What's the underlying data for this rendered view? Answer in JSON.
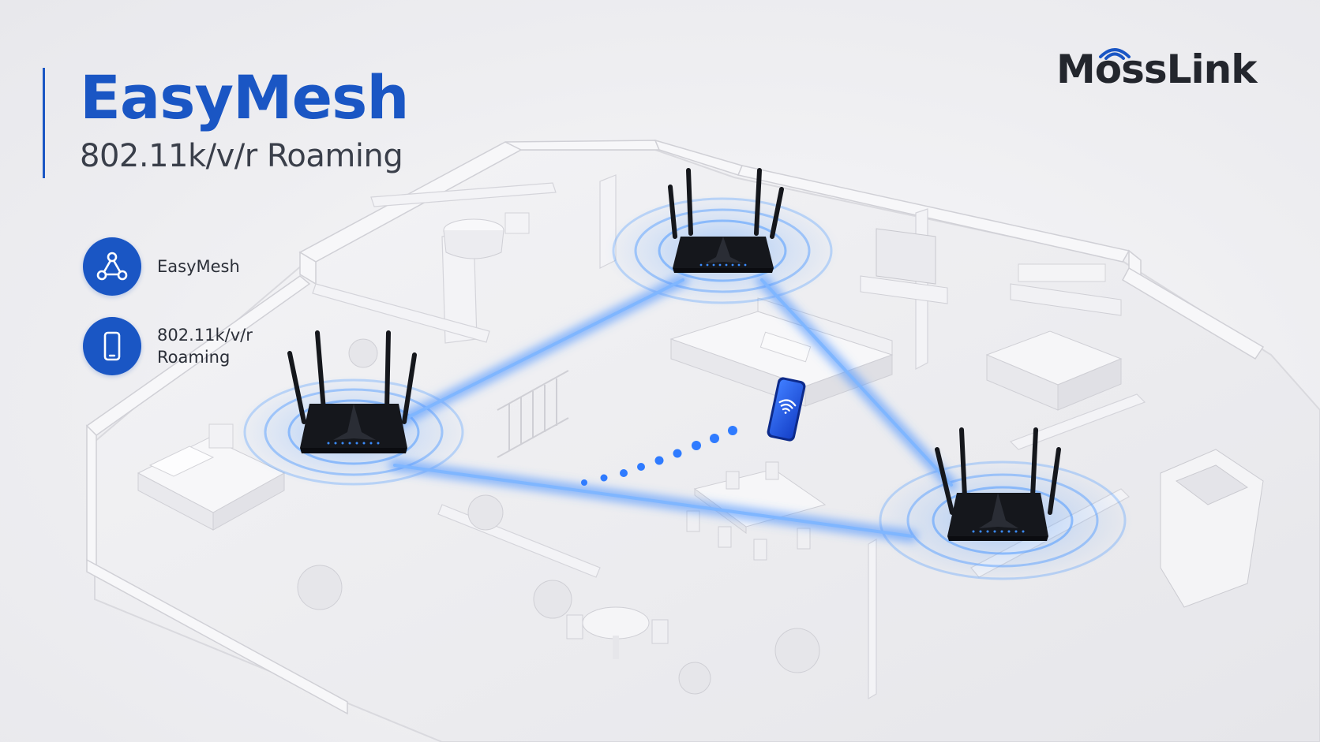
{
  "header": {
    "title": "EasyMesh",
    "subtitle": "802.11k/v/r Roaming"
  },
  "features": [
    {
      "icon": "mesh-network-icon",
      "label": "EasyMesh"
    },
    {
      "icon": "smartphone-icon",
      "label": "802.11k/v/r\nRoaming"
    }
  ],
  "brand": {
    "name": "MossLink"
  },
  "colors": {
    "accent": "#1a56c4",
    "text_dark": "#2b2f38",
    "signal_blue": "#3b8cff",
    "router_body": "#15171c"
  }
}
